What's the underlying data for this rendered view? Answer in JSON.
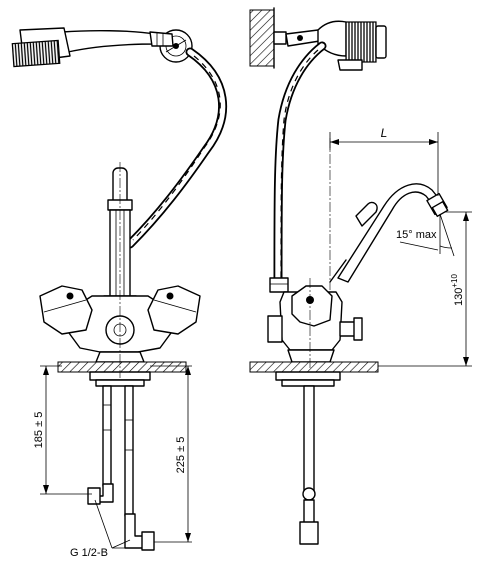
{
  "dimensions": {
    "height_left_short": "185 ± 5",
    "height_left_long": "225 ± 5",
    "thread": "G 1/2-B",
    "reach": "L",
    "angle": "15° max",
    "spout_height_base": "130",
    "spout_height_tol": "+10"
  }
}
